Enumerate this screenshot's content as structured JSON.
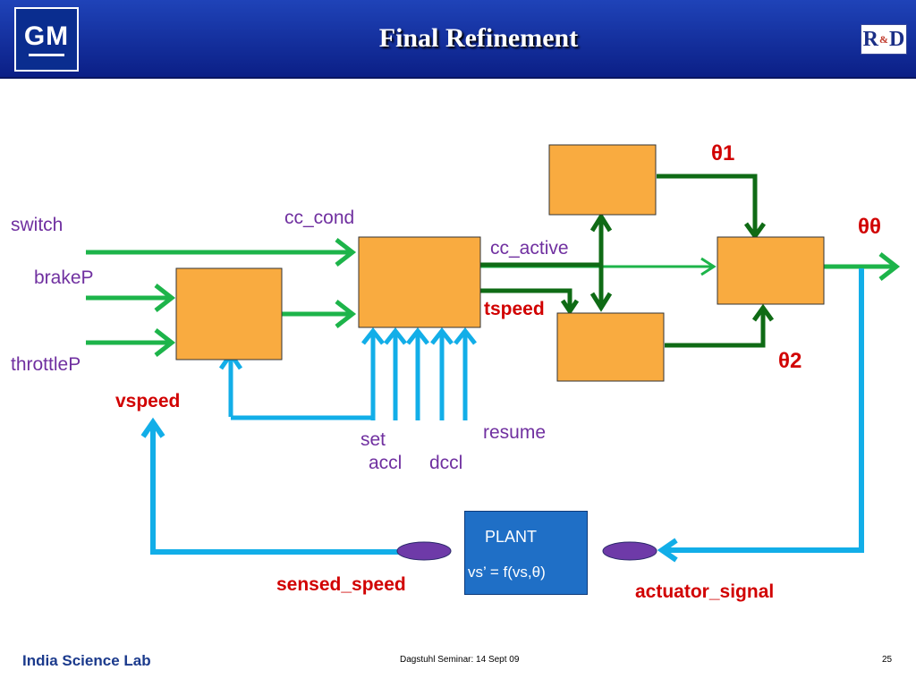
{
  "header": {
    "title": "Final  Refinement",
    "logo_left": "GM",
    "logo_right_r": "R",
    "logo_right_amp": "&",
    "logo_right_d": "D"
  },
  "labels": {
    "switch": "switch",
    "brakeP": "brakeP",
    "throttleP": "throttleP",
    "vspeed": "vspeed",
    "cc_cond": "cc_cond",
    "cc_active": "cc_active",
    "tspeed": "tspeed",
    "set": "set",
    "accl": "accl",
    "dccl": "dccl",
    "resume": "resume",
    "theta1": "θ1",
    "theta2": "θ2",
    "theta_theta": "θθ",
    "sensed_speed": "sensed_speed",
    "actuator_signal": "actuator_signal"
  },
  "plant": {
    "title": "PLANT",
    "equation": "vs’ = f(vs,θ)"
  },
  "footer": {
    "left": "India Science Lab",
    "center": "Dagstuhl  Seminar: 14 Sept 09",
    "page": "25"
  },
  "colors": {
    "box_fill": "#f9ab40",
    "green": "#1db44a",
    "dark_green": "#0f6b15",
    "blue": "#12aee8",
    "oval": "#6e3aa8"
  }
}
